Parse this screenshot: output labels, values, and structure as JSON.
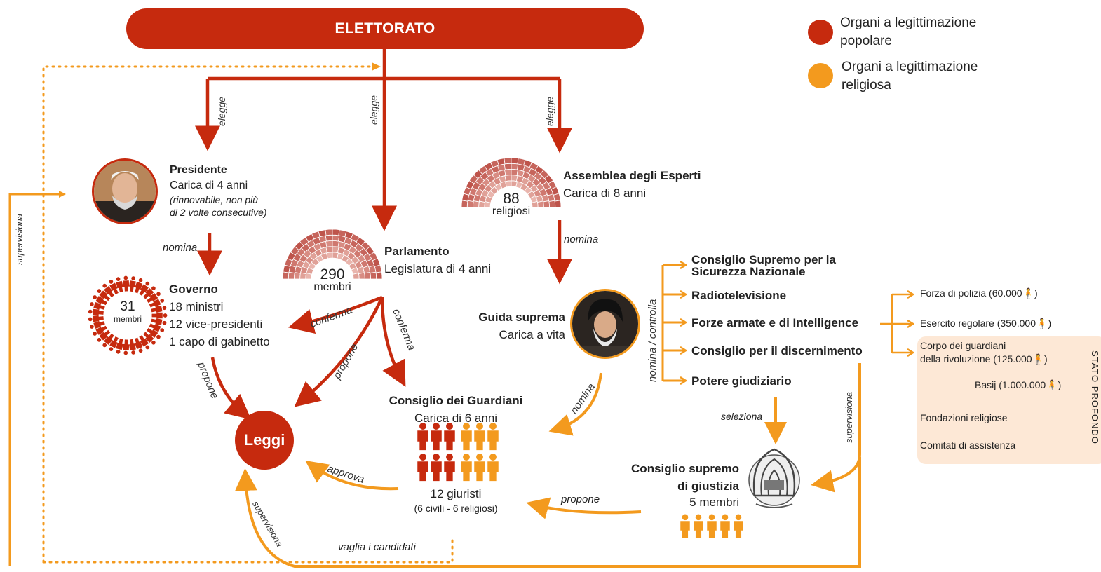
{
  "colors": {
    "popular": "#c62a0e",
    "religious": "#f39a1e",
    "deep_bg": "#fde8d6"
  },
  "electorate": "ELETTORATO",
  "legend": [
    {
      "line1": "Organi a legittimazione",
      "line2": "popolare",
      "color": "#c62a0e"
    },
    {
      "line1": "Organi a legittimazione",
      "line2": "religiosa",
      "color": "#f39a1e"
    }
  ],
  "edges": {
    "elegge": "elegge",
    "nomina": "nomina",
    "propone": "propone",
    "conferma": "conferma",
    "approva": "approva",
    "supervisiona": "supervisiona",
    "seleziona": "seleziona",
    "nomina_controlla": "nomina / controlla",
    "vaglia": "vaglia i candidati"
  },
  "presidente": {
    "title": "Presidente",
    "term": "Carica di 4 anni",
    "note1": "(rinnovabile, non più",
    "note2": "di 2 volte consecutive)"
  },
  "governo": {
    "title": "Governo",
    "count": "31",
    "count_label": "membri",
    "lines": [
      "18 ministri",
      "12 vice-presidenti",
      "1 capo di gabinetto"
    ]
  },
  "parlamento": {
    "title": "Parlamento",
    "term": "Legislatura di 4 anni",
    "count": "290",
    "count_label": "membri"
  },
  "assemblea": {
    "title": "Assemblea degli Esperti",
    "term": "Carica di 8 anni",
    "count": "88",
    "count_label": "religiosi"
  },
  "guida": {
    "title": "Guida suprema",
    "term": "Carica a vita"
  },
  "leggi": "Leggi",
  "guardiani": {
    "title": "Consiglio dei Guardiani",
    "term": "Carica di 6 anni",
    "count_text": "12 giuristi",
    "split": "(6 civili - 6 religiosi)"
  },
  "giustizia": {
    "title1": "Consiglio supremo",
    "title2": "di giustizia",
    "members": "5 membri"
  },
  "controlled": [
    {
      "l1": "Consiglio Supremo per la",
      "l2": "Sicurezza Nazionale"
    },
    {
      "l1": "Radiotelevisione",
      "l2": ""
    },
    {
      "l1": "Forze armate e di Intelligence",
      "l2": ""
    },
    {
      "l1": "Consiglio per il discernimento",
      "l2": ""
    },
    {
      "l1": "Potere giudiziario",
      "l2": ""
    }
  ],
  "forces": [
    "Forza di polizia (60.000",
    "Esercito regolare (350.000",
    "Corpo dei guardiani",
    "della rivoluzione (125.000",
    "Basij  (1.000.000"
  ],
  "deep_items": [
    "Fondazioni religiose",
    "Comitati di assistenza"
  ],
  "deep_state": "STATO PROFONDO",
  "close_paren": ")"
}
